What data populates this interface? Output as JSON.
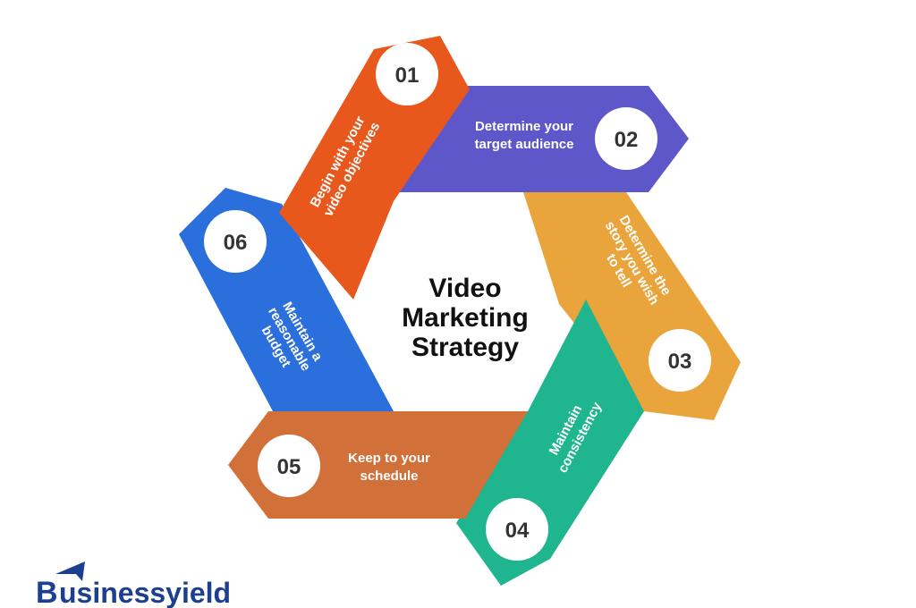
{
  "title_lines": [
    "Video",
    "Marketing",
    "Strategy"
  ],
  "steps": [
    {
      "number": "01",
      "lines": [
        "Begin with your",
        "video objectives"
      ],
      "color": "#E8581C"
    },
    {
      "number": "02",
      "lines": [
        "Determine your",
        "target audience"
      ],
      "color": "#5E57C9"
    },
    {
      "number": "03",
      "lines": [
        "Determine the",
        "story you wish",
        "to tell"
      ],
      "color": "#E9A43B"
    },
    {
      "number": "04",
      "lines": [
        "Maintain",
        "consistency"
      ],
      "color": "#1FB58E"
    },
    {
      "number": "05",
      "lines": [
        "Keep to your",
        "schedule"
      ],
      "color": "#D2703A"
    },
    {
      "number": "06",
      "lines": [
        "Maintain a",
        "reasonable",
        "budget"
      ],
      "color": "#2A6FDB"
    }
  ],
  "logo": {
    "text": "usinessyield",
    "letter": "B"
  }
}
